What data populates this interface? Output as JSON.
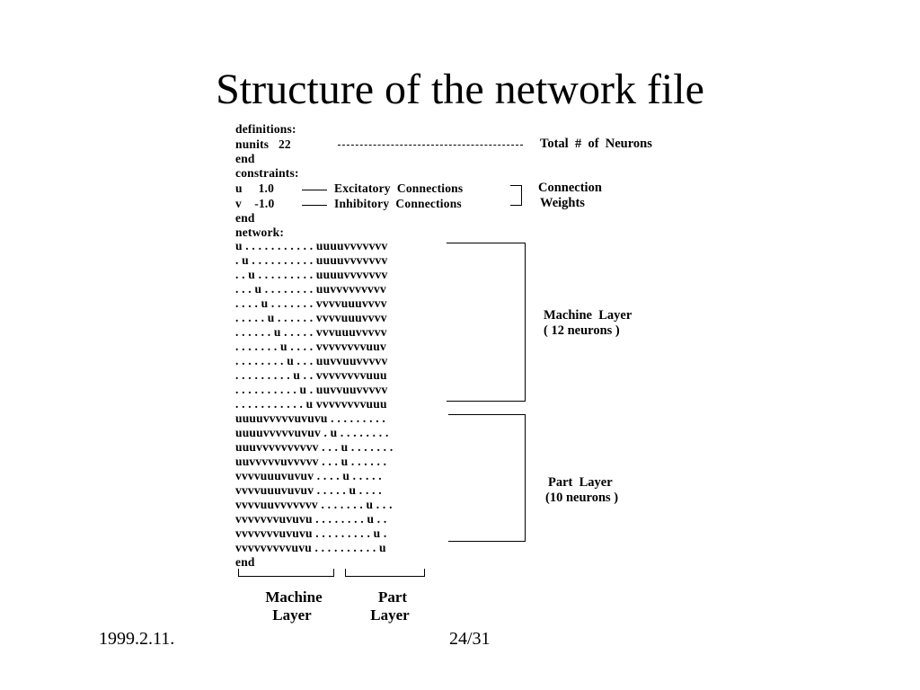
{
  "slide": {
    "title": "Structure of the network file",
    "footer_date": "1999.2.11.",
    "footer_page": "24/31"
  },
  "figure": {
    "header_lines": [
      "definitions:",
      "nunits   22",
      "end",
      "constraints:",
      "u     1.0",
      "v    -1.0",
      "end",
      "network:"
    ],
    "machine_rows": [
      "u . . . . . . . . . . . uuuuvvvvvvv",
      ". u . . . . . . . . . . uuuuvvvvvvv",
      ". . u . . . . . . . . . uuuuvvvvvvv",
      ". . . u . . . . . . . . uuvvvvvvvvv",
      ". . . . u . . . . . . . vvvvuuuvvvv",
      ". . . . . u . . . . . . vvvvuuuvvvv",
      ". . . . . . u . . . . . vvvuuuvvvvv",
      ". . . . . . . u . . . . vvvvvvvvuuv",
      ". . . . . . . . u . . . uuvvuuvvvvv",
      ". . . . . . . . . u . . vvvvvvvvuuu",
      ". . . . . . . . . . u . uuvvuuvvvvv",
      ". . . . . . . . . . . u vvvvvvvvuuu"
    ],
    "part_rows": [
      "uuuuvvvvvuvuvu . . . . . . . . .",
      "uuuuvvvvvuvuv . u . . . . . . . .",
      "uuuvvvvvvvvvv . . . u . . . . . . .",
      "uuvvvvvuvvvvv . . . u . . . . . .",
      "vvvvuuuvuvuv . . . . u . . . . .",
      "vvvvuuuvuvuv . . . . . u . . . .",
      "vvvvuuvvvvvvv . . . . . . . u . . .",
      "vvvvvvvuvuvu . . . . . . . . u . .",
      "vvvvvvvuvuvu . . . . . . . . . u .",
      "vvvvvvvvvuvu . . . . . . . . . . u"
    ],
    "end_line": "end",
    "annotations": {
      "total_neurons": "Total  #  of  Neurons",
      "excitatory": "Excitatory  Connections",
      "inhibitory": "Inhibitory  Connections",
      "connection_weights_1": "Connection",
      "connection_weights_2": "Weights",
      "machine_layer_1": "Machine  Layer",
      "machine_layer_2": "( 12 neurons )",
      "part_layer_1": "Part  Layer",
      "part_layer_2": "(10 neurons )"
    },
    "captions": {
      "machine_1": "Machine",
      "machine_2": "Layer",
      "part_1": "Part",
      "part_2": "Layer"
    }
  }
}
